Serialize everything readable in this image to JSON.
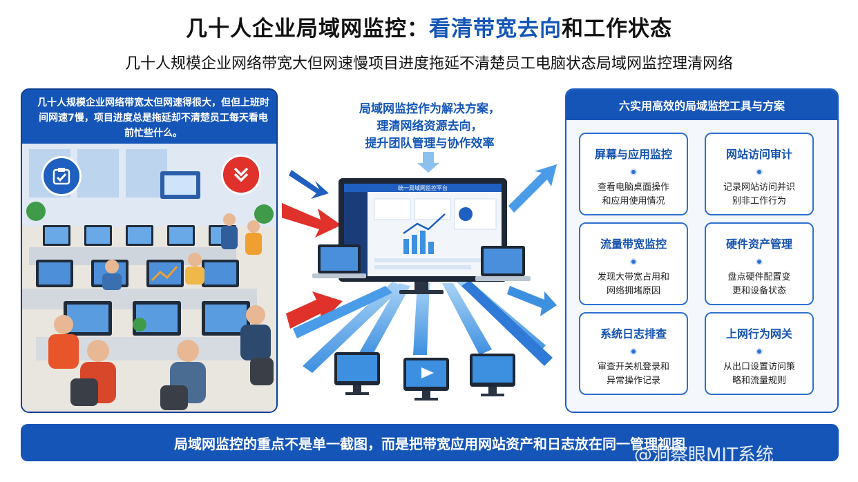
{
  "header": {
    "title_part1": "几十人企业局域网监控：",
    "title_highlight": "看清带宽去向",
    "title_part2": "和工作状态",
    "subtitle": "几十人规模企业网络带宽大但网速慢项目进度拖延不清楚员工电脑状态局域网监控理清网络"
  },
  "left": {
    "problem_text": "几十人规模企业网络带宽太但网速得很大，但但上班时间网速7慢，项目进度总是拖延却不清楚员工每天看电前忙些什么。"
  },
  "center": {
    "line1": "局域网监控作为解决方案，",
    "line2": "理清网络资源去向，",
    "line3": "提升团队管理与协作效率",
    "monitor_title": "统一局域网监控平台"
  },
  "right": {
    "heading": "六实用高效的局域监控工具与方案",
    "cards": [
      {
        "title": "屏幕与应用监控",
        "desc1": "查看电脑桌面操作",
        "desc2": "和应用使用情况"
      },
      {
        "title": "网站访问审计",
        "desc1": "记录网站访问并识",
        "desc2": "别非工作行为"
      },
      {
        "title": "流量带宽监控",
        "desc1": "发现大带宽占用和",
        "desc2": "网络拥堵原因"
      },
      {
        "title": "硬件资产管理",
        "desc1": "盘点硬件配置变",
        "desc2": "更和设备状态"
      },
      {
        "title": "系统日志排查",
        "desc1": "审查开关机登录和",
        "desc2": "异常操作记录"
      },
      {
        "title": "上网行为网关",
        "desc1": "从出口设置访问策",
        "desc2": "略和流量规则"
      }
    ]
  },
  "footer": {
    "text": "局域网监控的重点不是单一截图，而是把带宽应用网站资产和日志放在同一管理视图",
    "watermark": "@洞察眼MIT系统"
  },
  "colors": {
    "primary": "#1655b8",
    "accent_red": "#e0312b",
    "light_blue": "#4a9be8"
  },
  "icons": [
    "checklist-icon",
    "download-arrow-icon",
    "monitor-icon",
    "laptop-icon",
    "arrow-icon"
  ]
}
